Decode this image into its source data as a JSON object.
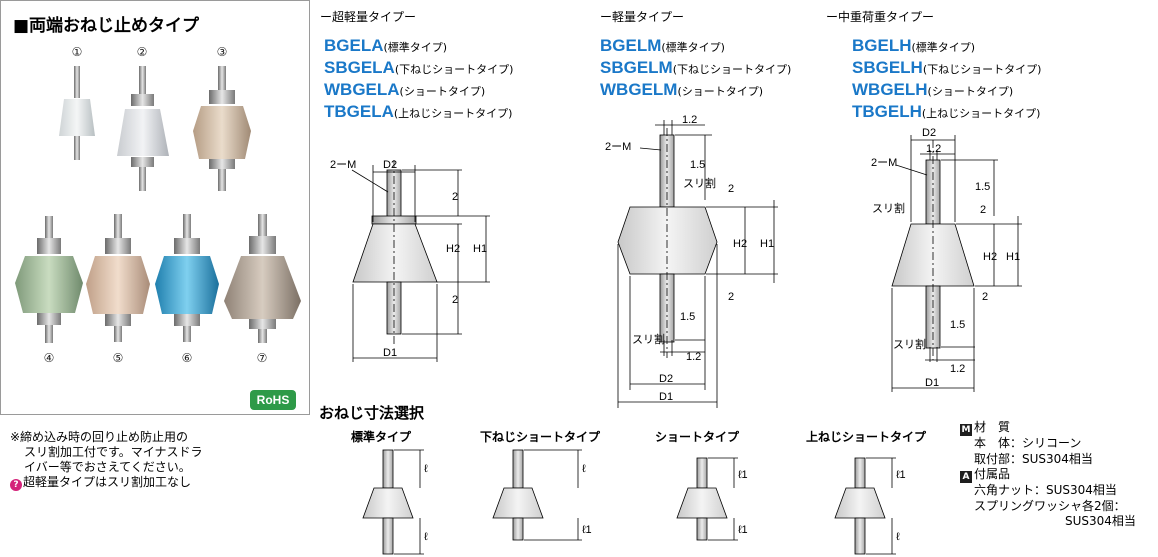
{
  "panel": {
    "title": "■両端おねじ止めタイプ",
    "photo_numbers": [
      "①",
      "②",
      "③",
      "④",
      "⑤",
      "⑥",
      "⑦"
    ],
    "badge": "RoHS"
  },
  "notes": {
    "line1": "※締め込み時の回り止め防止用の",
    "line2": "スリ割加工付です。マイナスドラ",
    "line3": "イバー等でおさえてください。",
    "line4": "超軽量タイプはスリ割加工なし"
  },
  "series": [
    {
      "heading": "ー超軽量タイプー",
      "models": [
        {
          "code": "BGELA",
          "type": "(標準タイプ)"
        },
        {
          "code": "SBGELA",
          "type": "(下ねじショートタイプ)"
        },
        {
          "code": "WBGELA",
          "type": "(ショートタイプ)"
        },
        {
          "code": "TBGELA",
          "type": "(上ねじショートタイプ)"
        }
      ]
    },
    {
      "heading": "ー軽量タイプー",
      "models": [
        {
          "code": "BGELM",
          "type": "(標準タイプ)"
        },
        {
          "code": "SBGELM",
          "type": "(下ねじショートタイプ)"
        },
        {
          "code": "WBGELM",
          "type": "(ショートタイプ)"
        }
      ]
    },
    {
      "heading": "ー中重荷重タイプー",
      "models": [
        {
          "code": "BGELH",
          "type": "(標準タイプ)"
        },
        {
          "code": "SBGELH",
          "type": "(下ねじショートタイプ)"
        },
        {
          "code": "WBGELH",
          "type": "(ショートタイプ)"
        },
        {
          "code": "TBGELH",
          "type": "(上ねじショートタイプ)"
        }
      ]
    }
  ],
  "dims": {
    "thread": "2ーM",
    "d2": "D2",
    "d1": "D1",
    "h2": "H2",
    "h1": "H1",
    "two": "2",
    "slit": "スリ割",
    "w12": "1.2",
    "h15": "1.5"
  },
  "selection": {
    "title": "おねじ寸法選択",
    "types": [
      "標準タイプ",
      "下ねじショートタイプ",
      "ショートタイプ",
      "上ねじショートタイプ"
    ],
    "l": "ℓ",
    "l1": "ℓ1"
  },
  "material": {
    "m_icon": "M",
    "a_icon": "A",
    "material_label": "材　質",
    "body": "本　体：シリコーン",
    "fitting": "取付部：SUS304相当",
    "accessory_label": "付属品",
    "nut": "六角ナット：SUS304相当",
    "washer": "スプリングワッシャ各2個：",
    "washer2": "SUS304相当"
  },
  "colors": {
    "model_blue": "#1a78c8",
    "rohs_green": "#2e9a48",
    "warn_magenta": "#d4237a"
  }
}
